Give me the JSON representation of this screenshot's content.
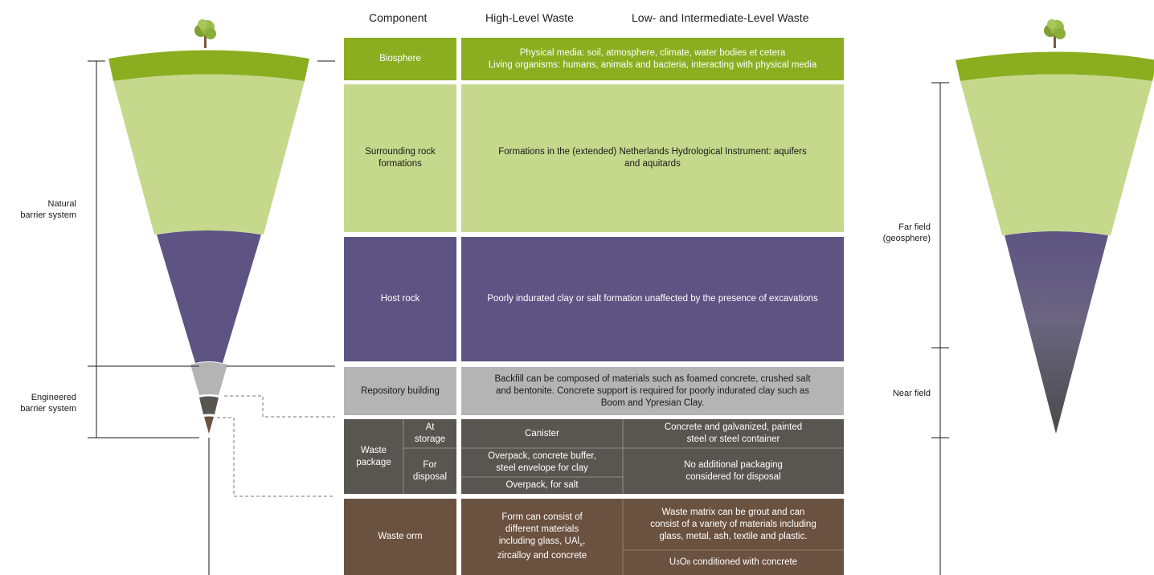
{
  "headers": {
    "component": "Component",
    "hlw": "High-Level Waste",
    "lilw": "Low- and Intermediate-Level Waste"
  },
  "left_labels": {
    "natural": [
      "Natural",
      "barrier system"
    ],
    "engineered": [
      "Engineered",
      "barrier system"
    ]
  },
  "right_labels": {
    "far": [
      "Far field",
      "(geosphere)"
    ],
    "near": "Near field"
  },
  "rows": {
    "biosphere": {
      "component": "Biosphere",
      "desc": [
        "Physical media: soil, atmosphere, climate, water bodies et cetera",
        "Living organisms: humans, animals and bacteria, interacting with physical media"
      ]
    },
    "surrounding": {
      "component": [
        "Surrounding rock",
        "formations"
      ],
      "desc": [
        "Formations in the (extended) Netherlands Hydrological Instrument: aquifers",
        "and aquitards"
      ]
    },
    "host": {
      "component": "Host rock",
      "desc": "Poorly indurated clay or salt formation unaffected by the presence of excavations"
    },
    "repository": {
      "component": "Repository building",
      "desc": [
        "Backfill can be composed of materials such as foamed concrete, crushed salt",
        "and bentonite. Concrete support is required for poorly indurated clay such as",
        "Boom and Ypresian Clay."
      ]
    },
    "package": {
      "component": [
        "Waste",
        "package"
      ],
      "at_storage": [
        "At",
        "storage"
      ],
      "for_disposal": [
        "For",
        "disposal"
      ],
      "canister": "Canister",
      "canister_lilw": [
        "Concrete and galvanized, painted",
        "steel  or steel container"
      ],
      "overpack_clay": [
        "Overpack, concrete buffer,",
        "steel envelope for clay"
      ],
      "overpack_salt": "Overpack, for salt",
      "no_packaging": [
        "No additional packaging",
        "considered for disposal"
      ]
    },
    "waste_form": {
      "component": "Waste orm",
      "hlw": [
        "Form can consist of",
        "different materials",
        "including glass, UAl",
        "x",
        ",",
        "zircalloy and concrete"
      ],
      "lilw_matrix": [
        "Waste matrix can be grout and can",
        "consist of a variety of materials including",
        "glass, metal, ash, textile and plastic."
      ],
      "u3o8": [
        "U",
        "3",
        "O",
        "8",
        " conditioned with concrete"
      ]
    }
  },
  "colors": {
    "biosphere": "#8aae1f",
    "rock": "#c5d88b",
    "host": "#5d5483",
    "repository": "#b4b4b4",
    "package": "#595651",
    "waste_form": "#6b5140",
    "tree_leaf": "#8aae3a",
    "trunk": "#7a5a3a"
  }
}
